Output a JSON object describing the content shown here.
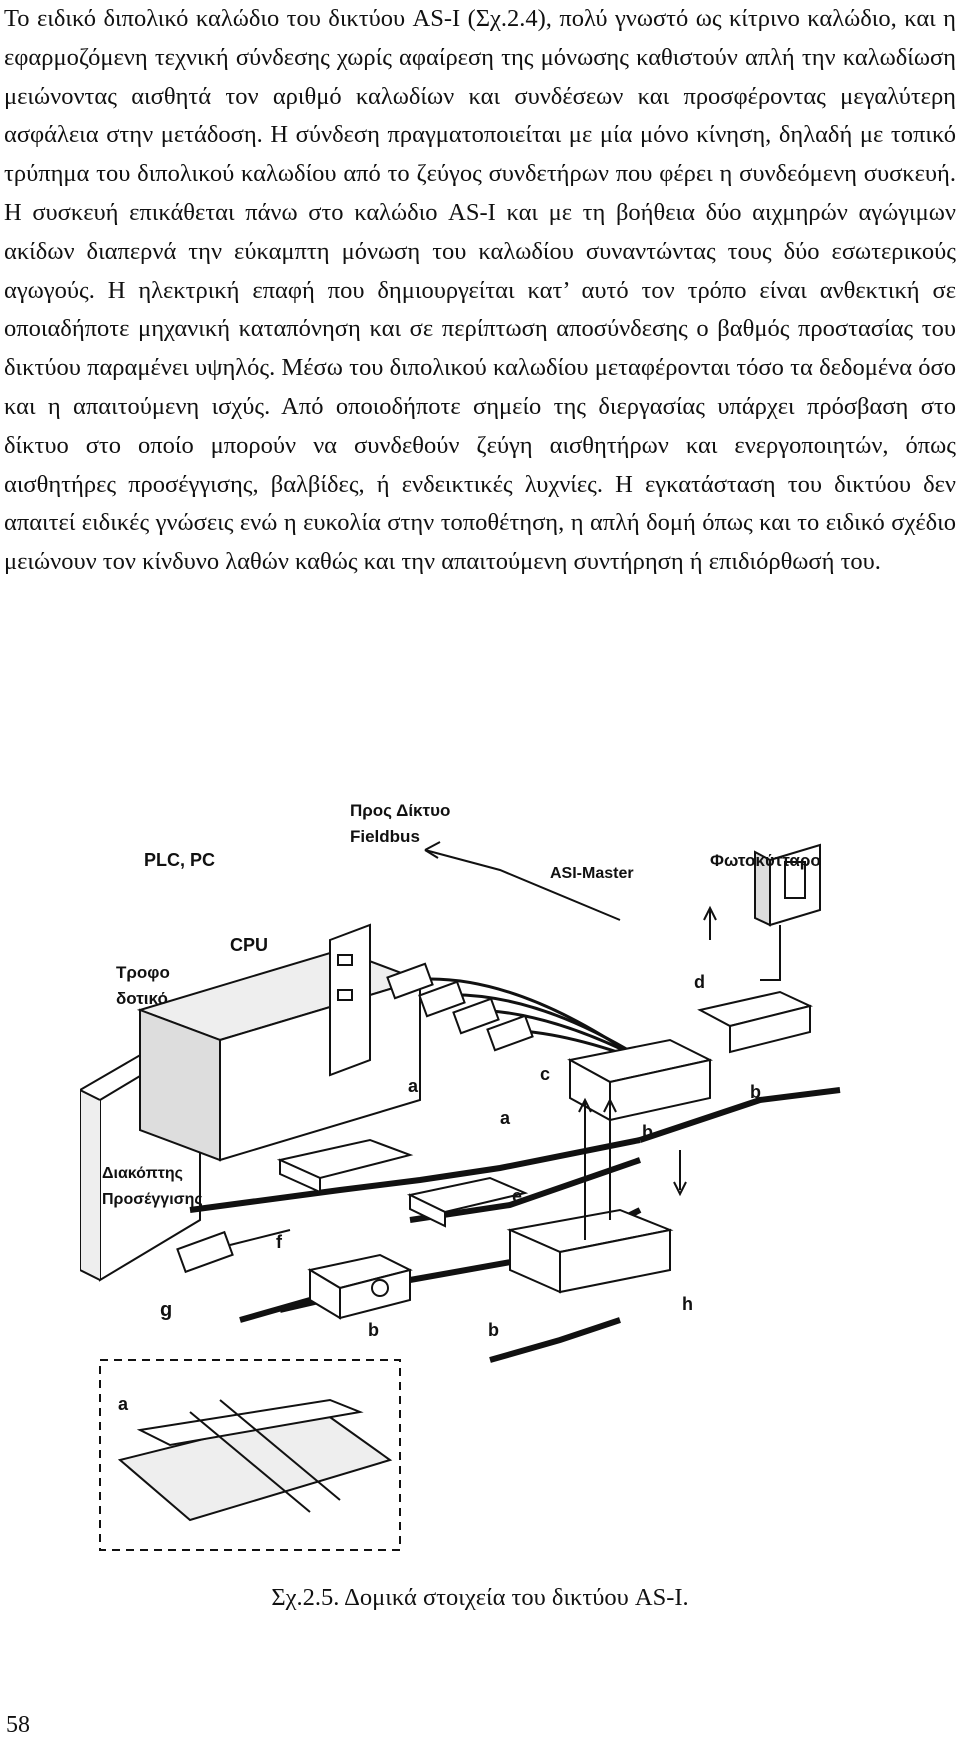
{
  "body": {
    "paragraph": "Το ειδικό διπολικό καλώδιο του δικτύου AS-I (Σχ.2.4), πολύ γνωστό ως κίτρινο καλώδιο, και η εφαρμοζόμενη τεχνική σύνδεσης χωρίς αφαίρεση της μόνωσης καθιστούν απλή την καλωδίωση μειώνοντας αισθητά τον αριθμό καλωδίων και συνδέσεων και προσφέροντας μεγαλύτερη ασφάλεια στην μετάδοση. Η σύνδεση πραγματοποιείται με μία μόνο κίνηση, δηλαδή με τοπικό τρύπημα του διπολικού καλωδίου από το ζεύγος συνδετήρων που φέρει η συνδεόμενη συσκευή. Η συσκευή επικάθεται πάνω στο καλώδιο AS-I και με τη βοήθεια δύο αιχμηρών αγώγιμων ακίδων διαπερνά την εύκαμπτη μόνωση του καλωδίου συναντώντας τους δύο εσωτερικούς αγωγούς. Η ηλεκτρική επαφή που δημιουργείται κατ’ αυτό τον τρόπο είναι ανθεκτική σε οποιαδήποτε μηχανική καταπόνηση και σε περίπτωση αποσύνδεσης ο βαθμός προστασίας του δικτύου παραμένει υψηλός. Μέσω του διπολικού καλωδίου μεταφέρονται τόσο τα δεδομένα όσο και η απαιτούμενη ισχύς. Από οποιοδήποτε σημείο της διεργασίας υπάρχει πρόσβαση στο δίκτυο στο οποίο μπορούν να συνδεθούν ζεύγη αισθητήρων και ενεργοποιητών, όπως αισθητήρες προσέγγισης, βαλβίδες, ή ενδεικτικές λυχνίες. Η εγκατάσταση του δικτύου δεν απαιτεί ειδικές γνώσεις ενώ η ευκολία στην τοποθέτηση, η απλή δομή όπως και το ειδικό σχέδιο μειώνουν τον κίνδυνο λαθών καθώς και την απαιτούμενη συντήρηση ή επιδιόρθωσή του."
  },
  "figure": {
    "labels": {
      "fieldbus_line1": "Προς Δίκτυο",
      "fieldbus_line2": "Fieldbus",
      "plc": "PLC, PC",
      "photocell": "Φωτοκύτταρο",
      "asi_master": "ASI-Master",
      "cpu": "CPU",
      "power_line1": "Τροφο",
      "power_line2": "δοτικό",
      "switch_line1": "Διακόπτης",
      "switch_line2": "Προσέγγισης",
      "a1": "a",
      "a2": "a",
      "a3": "a",
      "b1": "b",
      "b2": "b",
      "b3": "b",
      "b4": "b",
      "c": "c",
      "d": "d",
      "e": "e",
      "f": "f",
      "g": "g",
      "h": "h"
    },
    "caption": "Σχ.2.5. Δομικά στοιχεία του δικτύου AS-I."
  },
  "page_number": "58"
}
